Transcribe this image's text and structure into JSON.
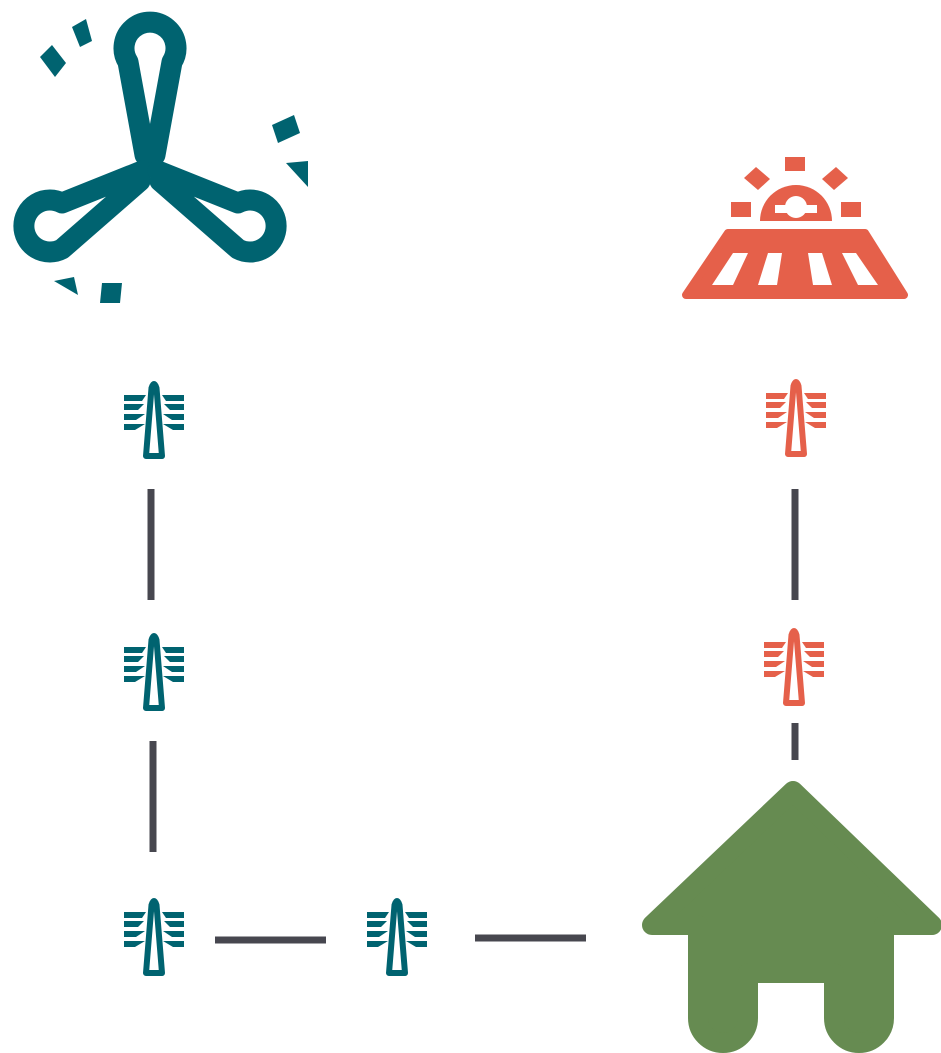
{
  "colors": {
    "wind": "#006370",
    "solar": "#E5604A",
    "house": "#668B51",
    "wire": "#47474F",
    "background": "#FFFFFF"
  },
  "nodes": [
    {
      "id": "wind-turbine",
      "icon": "wind-turbine-icon"
    },
    {
      "id": "solar-panel",
      "icon": "solar-panel-icon"
    },
    {
      "id": "house",
      "icon": "house-icon"
    },
    {
      "id": "pylon-left-1",
      "icon": "transmission-tower-icon"
    },
    {
      "id": "pylon-left-2",
      "icon": "transmission-tower-icon"
    },
    {
      "id": "pylon-left-3",
      "icon": "transmission-tower-icon"
    },
    {
      "id": "pylon-bottom",
      "icon": "transmission-tower-icon"
    },
    {
      "id": "pylon-right-1",
      "icon": "transmission-tower-icon"
    },
    {
      "id": "pylon-right-2",
      "icon": "transmission-tower-icon"
    }
  ],
  "connections": [
    [
      "pylon-left-1",
      "pylon-left-2"
    ],
    [
      "pylon-left-2",
      "pylon-left-3"
    ],
    [
      "pylon-left-3",
      "pylon-bottom"
    ],
    [
      "pylon-bottom",
      "house"
    ],
    [
      "pylon-right-1",
      "pylon-right-2"
    ],
    [
      "pylon-right-2",
      "house"
    ]
  ]
}
